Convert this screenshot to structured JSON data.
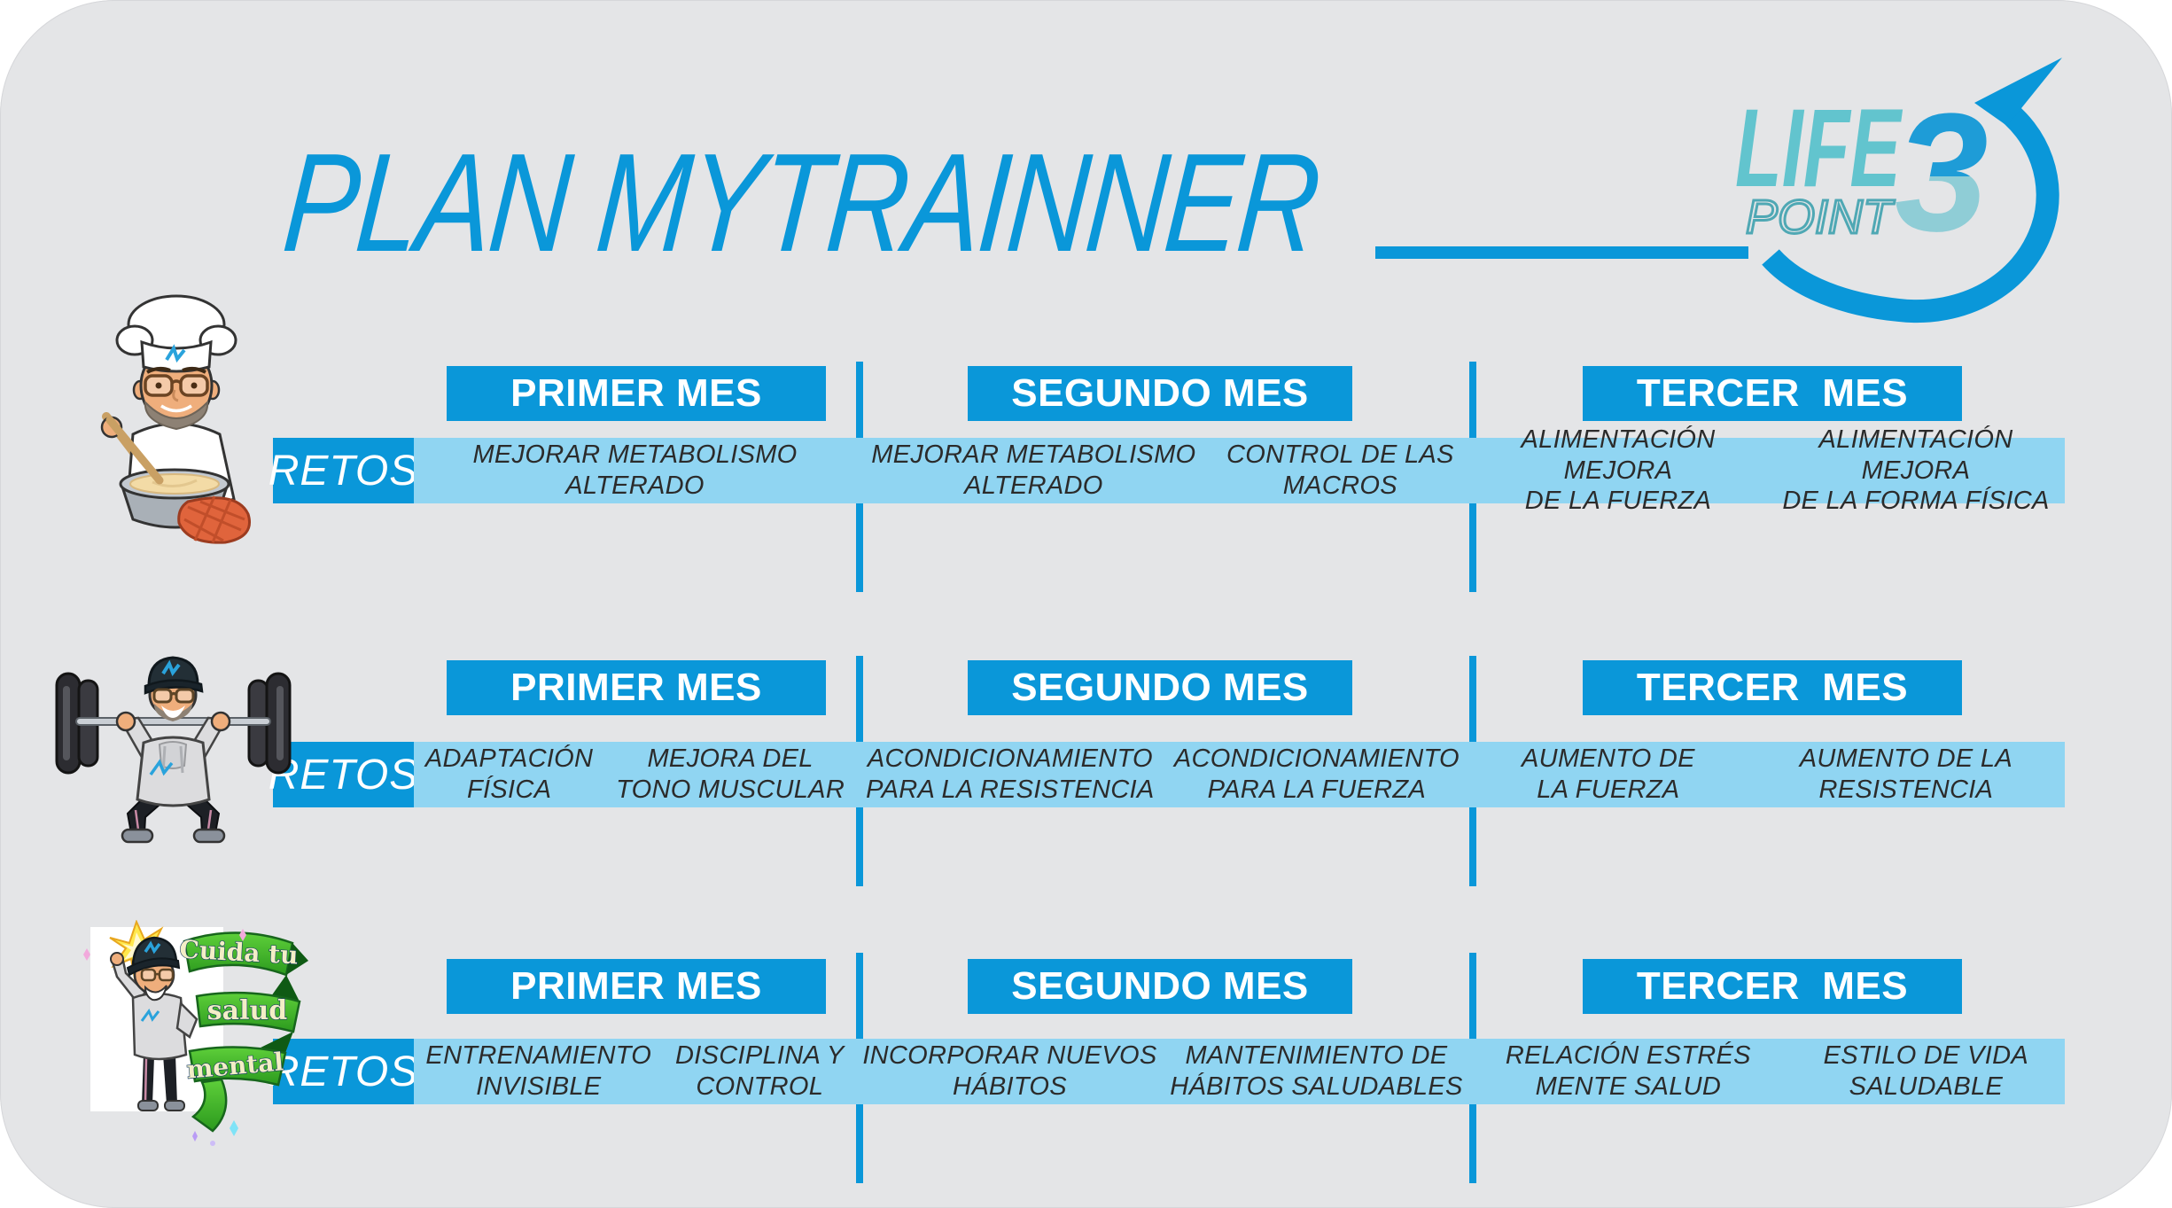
{
  "title": "PLAN MYTRAINNER",
  "logo": {
    "life": "LIFE",
    "point": "POINT",
    "number": "3"
  },
  "retos_label": "RETOS",
  "months": [
    "PRIMER MES",
    "SEGUNDO MES",
    "TERCER  MES"
  ],
  "colors": {
    "primary_blue": "#0a97d9",
    "light_blue": "#90d5f2",
    "logo_teal": "#62c4ce",
    "panel_gray": "#e4e5e7",
    "ribbon_green": "#3fae27"
  },
  "rows": [
    {
      "name": "nutricion",
      "icon": "chef-cooking",
      "columns": [
        {
          "items": [
            "MEJORAR METABOLISMO\nALTERADO"
          ]
        },
        {
          "items": [
            "MEJORAR METABOLISMO\nALTERADO",
            "CONTROL DE LAS\nMACROS"
          ]
        },
        {
          "items": [
            "ALIMENTACIÓN MEJORA\nDE LA FUERZA",
            "ALIMENTACIÓN MEJORA\nDE LA FORMA FÍSICA"
          ]
        }
      ]
    },
    {
      "name": "entrenamiento",
      "icon": "weightlifter-squat",
      "columns": [
        {
          "items": [
            "ADAPTACIÓN\nFÍSICA",
            "MEJORA DEL\nTONO MUSCULAR"
          ]
        },
        {
          "items": [
            "ACONDICIONAMIENTO\nPARA LA RESISTENCIA",
            "ACONDICIONAMIENTO\nPARA LA FUERZA"
          ]
        },
        {
          "items": [
            "AUMENTO DE\nLA FUERZA",
            "AUMENTO DE LA\nRESISTENCIA"
          ]
        }
      ]
    },
    {
      "name": "salud-mental",
      "icon": "mental-health-sticker",
      "columns": [
        {
          "items": [
            "ENTRENAMIENTO\nINVISIBLE",
            "DISCIPLINA Y\nCONTROL"
          ]
        },
        {
          "items": [
            "INCORPORAR NUEVOS\nHÁBITOS",
            "MANTENIMIENTO DE\nHÁBITOS SALUDABLES"
          ]
        },
        {
          "items": [
            "RELACIÓN ESTRÉS\nMENTE SALUD",
            "ESTILO DE VIDA\nSALUDABLE"
          ]
        }
      ]
    }
  ],
  "mental_sticker": {
    "lines": [
      "Cuida tu",
      "salud",
      "mental"
    ]
  }
}
